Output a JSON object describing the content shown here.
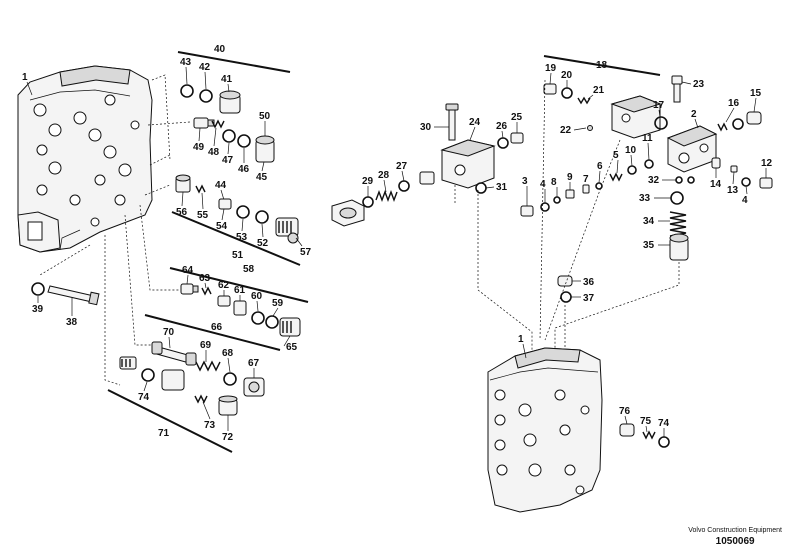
{
  "footer": {
    "company": "Volvo Construction Equipment",
    "drawing_code": "1050069"
  },
  "callouts": {
    "c1a": "1",
    "c1b": "1",
    "c2": "2",
    "c3": "3",
    "c4a": "4",
    "c4b": "4",
    "c5": "5",
    "c6": "6",
    "c7": "7",
    "c8": "8",
    "c9": "9",
    "c10": "10",
    "c11": "11",
    "c12": "12",
    "c13": "13",
    "c14": "14",
    "c15": "15",
    "c16": "16",
    "c17": "17",
    "c18": "18",
    "c19": "19",
    "c20": "20",
    "c21": "21",
    "c22": "22",
    "c23": "23",
    "c24": "24",
    "c25": "25",
    "c26": "26",
    "c27": "27",
    "c28": "28",
    "c29": "29",
    "c30": "30",
    "c31": "31",
    "c32": "32",
    "c33": "33",
    "c34": "34",
    "c35": "35",
    "c36": "36",
    "c37": "37",
    "c38": "38",
    "c39": "39",
    "c40": "40",
    "c41": "41",
    "c42": "42",
    "c43": "43",
    "c44": "44",
    "c45": "45",
    "c46": "46",
    "c47": "47",
    "c48": "48",
    "c49": "49",
    "c50": "50",
    "c51": "51",
    "c52": "52",
    "c53": "53",
    "c54": "54",
    "c55": "55",
    "c56": "56",
    "c57": "57",
    "c58": "58",
    "c59": "59",
    "c60": "60",
    "c61": "61",
    "c62": "62",
    "c63": "63",
    "c64": "64",
    "c65": "65",
    "c66": "66",
    "c67": "67",
    "c68": "68",
    "c69": "69",
    "c70": "70",
    "c71": "71",
    "c72": "72",
    "c73": "73",
    "c74a": "74",
    "c74b": "74",
    "c75": "75",
    "c76": "76"
  }
}
